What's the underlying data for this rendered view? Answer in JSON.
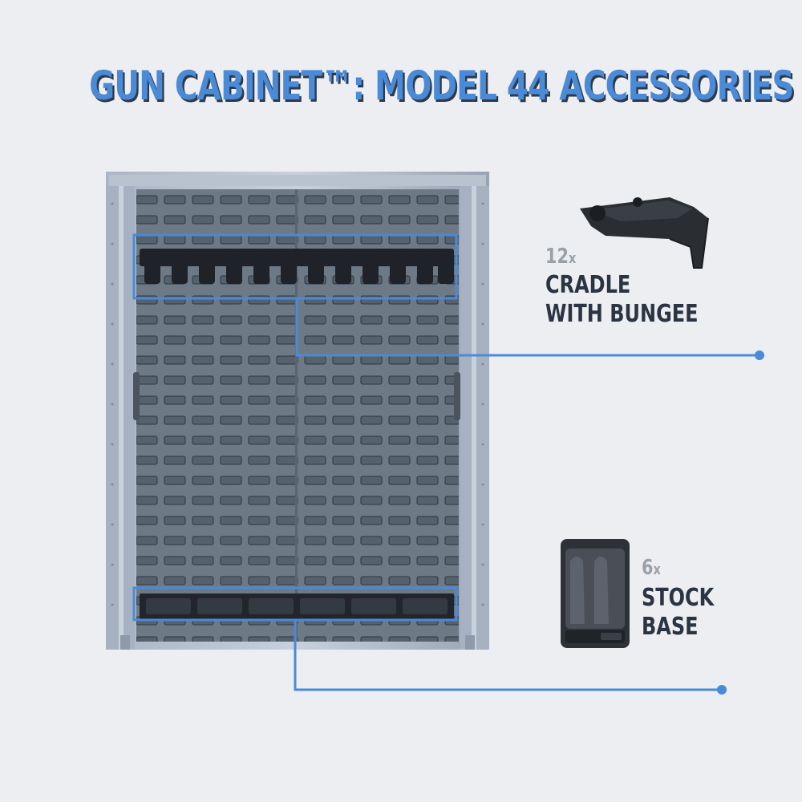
{
  "title": "GUN CABINET™: MODEL 44 ACCESSORIES",
  "accessories": [
    {
      "qty": "12",
      "qty_suffix": "x",
      "name_line1": "CRADLE",
      "name_line2": "WITH BUNGEE"
    },
    {
      "qty": "6",
      "qty_suffix": "x",
      "name_line1": "STOCK",
      "name_line2": "BASE"
    }
  ],
  "colors": {
    "accent": "#4a8ad6",
    "text_dark": "#2a3442",
    "qty_gray": "#9aa0a8",
    "background": "#eceef1"
  }
}
